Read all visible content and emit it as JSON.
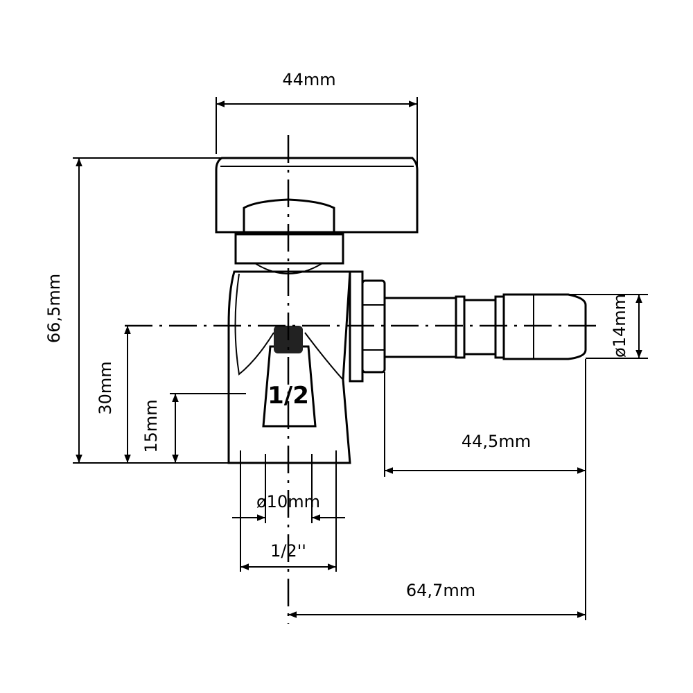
{
  "dimensions": {
    "handle_width": "44mm",
    "total_height": "66,5mm",
    "axis_height": "30mm",
    "inlet_height": "15mm",
    "outlet_diameter": "ø14mm",
    "outlet_length": "44,5mm",
    "inlet_inner_diameter": "ø10mm",
    "thread_size": "1/2''",
    "total_length": "64,7mm"
  },
  "body_marking": "1/2",
  "colors": {
    "line": "#000000",
    "background": "#ffffff"
  }
}
